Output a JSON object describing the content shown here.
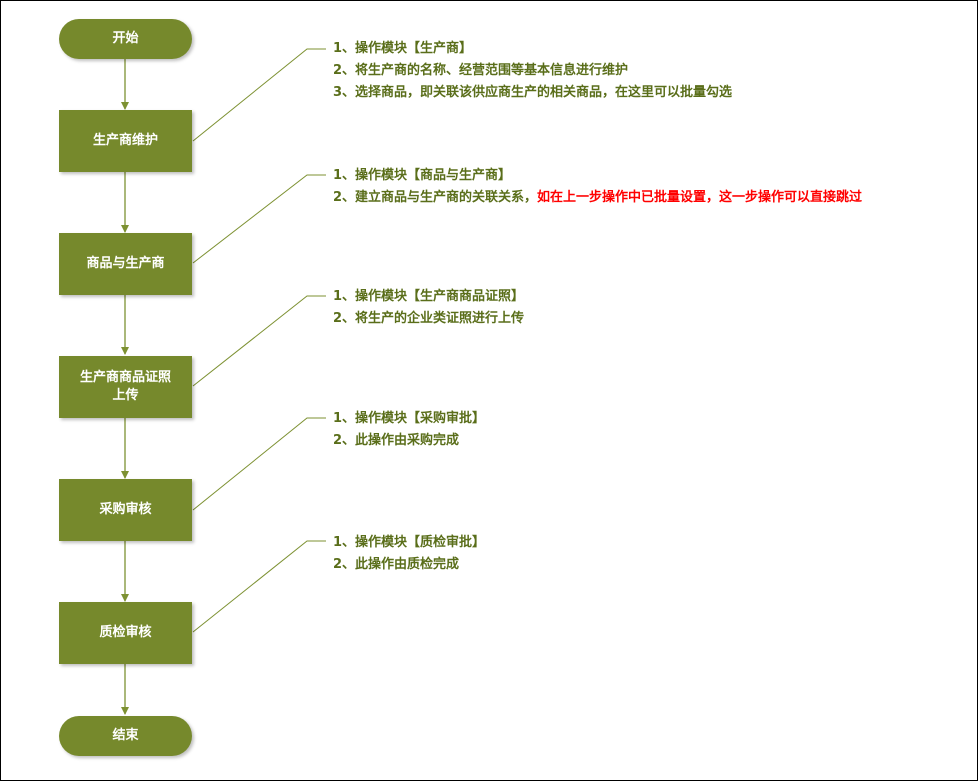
{
  "colors": {
    "node_fill": "#76892c",
    "connector": "#7d9132",
    "note_text": "#5a6e1a",
    "highlight": "#ff0000"
  },
  "nodes": {
    "start": "开始",
    "producer_maintain": "生产商维护",
    "goods_producer": "商品与生产商",
    "license_upload": "生产商商品证照\n上传",
    "purchase_review": "采购审核",
    "quality_review": "质检审核",
    "end": "结束"
  },
  "notes": {
    "producer_maintain": [
      "1、操作模块【生产商】",
      "2、将生产商的名称、经营范围等基本信息进行维护",
      "3、选择商品，即关联该供应商生产的相关商品，在这里可以批量勾选"
    ],
    "goods_producer": {
      "line1": "1、操作模块【商品与生产商】",
      "line2": "2、建立商品与生产商的关联关系，",
      "line2_highlight": "如在上一步操作中已批量设置，这一步操作可以直接跳过"
    },
    "license_upload": [
      "1、操作模块【生产商商品证照】",
      "2、将生产的企业类证照进行上传"
    ],
    "purchase_review": [
      "1、操作模块【采购审批】",
      "2、此操作由采购完成"
    ],
    "quality_review": [
      "1、操作模块【质检审批】",
      "2、此操作由质检完成"
    ]
  }
}
